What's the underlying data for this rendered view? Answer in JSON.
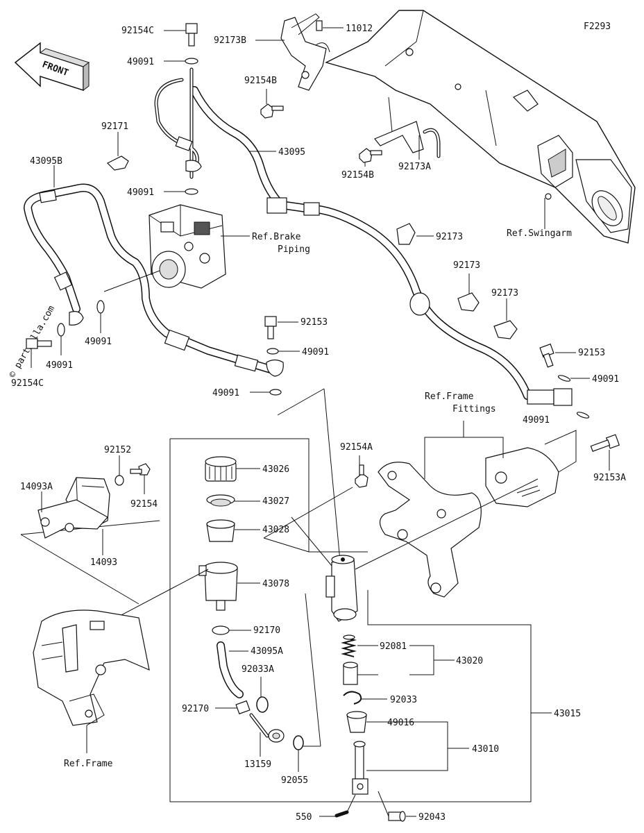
{
  "diagram_code": "F2293",
  "front_label": "FRONT",
  "watermark": "© partzilla.com",
  "ref_labels": {
    "brake_piping_1": "Ref.Brake",
    "brake_piping_2": "Piping",
    "swingarm": "Ref.Swingarm",
    "frame_fittings_1": "Ref.Frame",
    "frame_fittings_2": "Fittings",
    "frame": "Ref.Frame"
  },
  "part_labels": {
    "p92154C_top": "92154C",
    "p49091_a": "49091",
    "p92171": "92171",
    "p43095B": "43095B",
    "p49091_b": "49091",
    "p92173B": "92173B",
    "p11012": "11012",
    "p92154B_a": "92154B",
    "p43095": "43095",
    "p92154B_b": "92154B",
    "p92173A": "92173A",
    "p92173_a": "92173",
    "p92173_b": "92173",
    "p92173_c": "92173",
    "p49091_c": "49091",
    "p49091_d": "49091",
    "p92154C_bottom": "92154C",
    "p92153_a": "92153",
    "p49091_e": "49091",
    "p49091_f": "49091",
    "p92153_b": "92153",
    "p49091_g": "49091",
    "p49091_h": "49091",
    "p92153A": "92153A",
    "p92152": "92152",
    "p92154": "92154",
    "p14093A": "14093A",
    "p14093": "14093",
    "p43026": "43026",
    "p43027": "43027",
    "p43028": "43028",
    "p43078": "43078",
    "p92170_a": "92170",
    "p43095A": "43095A",
    "p92033A": "92033A",
    "p92170_b": "92170",
    "p13159": "13159",
    "p92055": "92055",
    "p92154A": "92154A",
    "p92081": "92081",
    "p43020": "43020",
    "p92033": "92033",
    "p49016": "49016",
    "p43010": "43010",
    "p43015": "43015",
    "p550": "550",
    "p92043": "92043"
  }
}
